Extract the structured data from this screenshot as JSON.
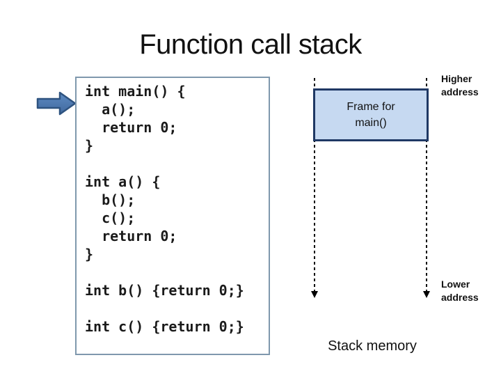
{
  "slide_title": "Function call stack",
  "code_panel": {
    "lines": [
      "int main() {",
      "  a();",
      "  return 0;",
      "}",
      "",
      "int a() {",
      "  b();",
      "  c();",
      "  return 0;",
      "}",
      "",
      "int b() {return 0;}",
      "",
      "int c() {return 0;}"
    ]
  },
  "diagram": {
    "frame_box_label": "Frame for\nmain()",
    "higher_address_label": "Higher\naddress",
    "lower_address_label": "Lower\naddress",
    "stack_memory_label": "Stack memory"
  },
  "icons": {
    "current_line_arrow": "right-block-arrow",
    "stack_growth_arrows": "dashed-down-arrow"
  },
  "colors": {
    "frame_box_fill": "#c6d9f1",
    "frame_box_border": "#1f3864",
    "block_arrow_fill": "#4f81bd",
    "block_arrow_border": "#2e5380",
    "code_box_border": "#7f98ad",
    "text": "#111111"
  }
}
